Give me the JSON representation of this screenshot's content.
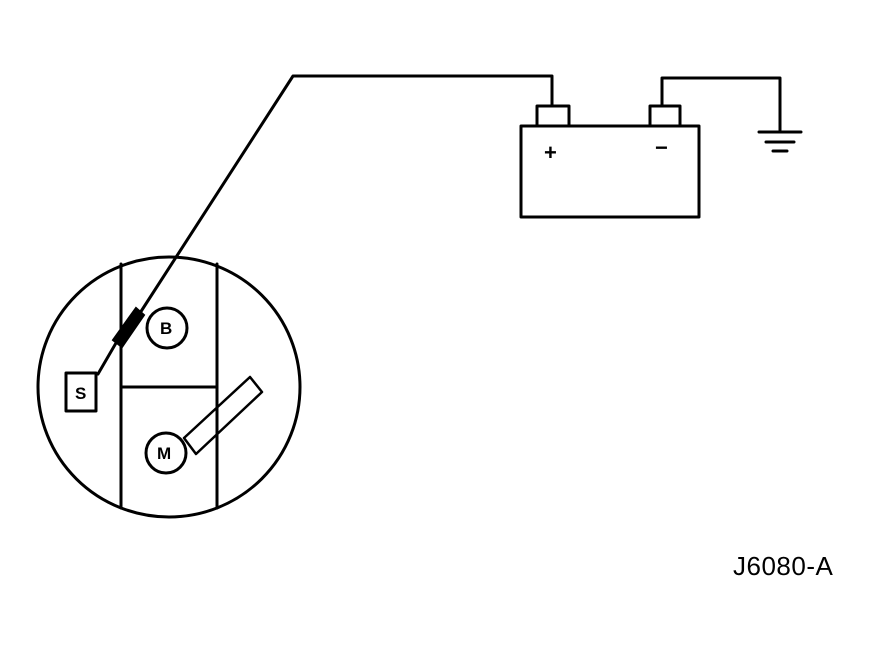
{
  "figure_id": "J6080-A",
  "solenoid": {
    "terminal_s": "S",
    "terminal_b": "B",
    "terminal_m": "M"
  },
  "battery": {
    "positive_sign": "+",
    "negative_sign": "−"
  }
}
